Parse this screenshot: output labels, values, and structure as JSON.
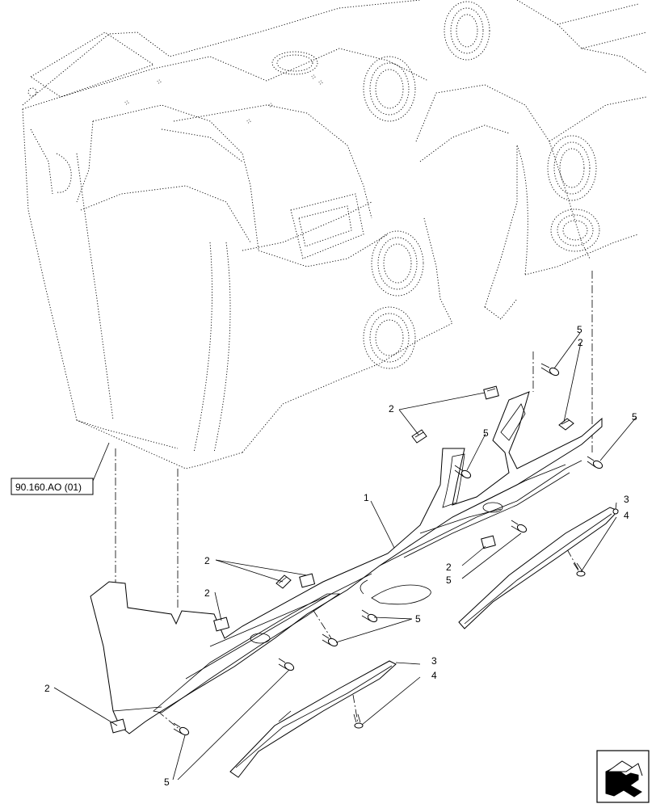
{
  "reference": {
    "label": "90.160.AO (01)"
  },
  "callouts": {
    "c1": "1",
    "c2a": "2",
    "c2b": "2",
    "c2c": "2",
    "c2d": "2",
    "c2e": "2",
    "c2f": "2",
    "c3a": "3",
    "c3b": "3",
    "c4a": "4",
    "c4b": "4",
    "c5a": "5",
    "c5b": "5",
    "c5c": "5",
    "c5d": "5",
    "c5e": "5",
    "c5f": "5"
  }
}
